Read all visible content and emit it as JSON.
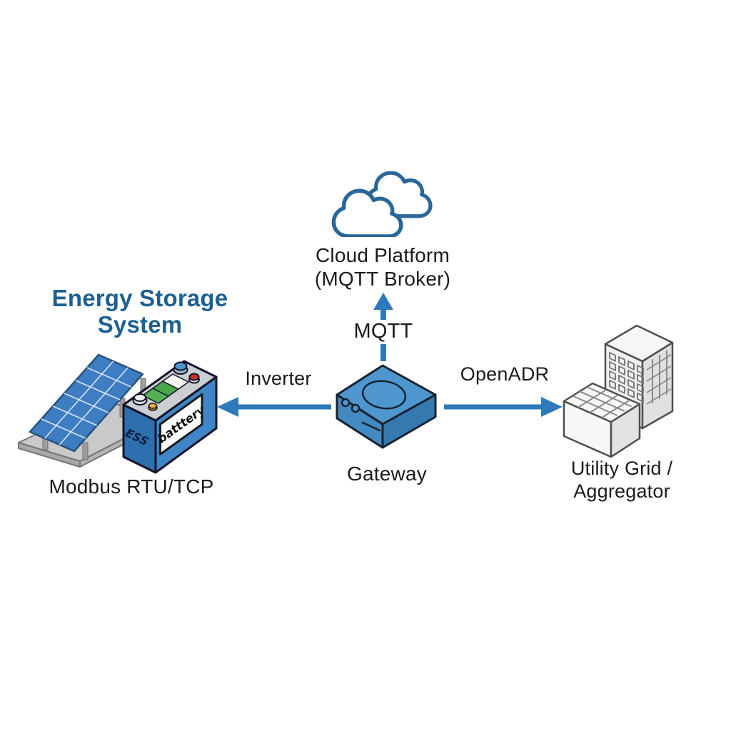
{
  "diagram": {
    "colors": {
      "arrow_blue": "#2E79BC",
      "cloud_outline": "#2A6798",
      "title_blue": "#1C6093",
      "label_text": "#1B1B1B",
      "gateway_blue": "#4E96CE",
      "battery_blue": "#3F86C8",
      "solar_panel_blue": "#3E7DC2",
      "indicator_green": "#4FAC50",
      "building_gray": "#E8E8E8"
    },
    "nodes": {
      "cloud": {
        "label_line1": "Cloud Platform",
        "label_line2": "(MQTT Broker)"
      },
      "gateway": {
        "label": "Gateway"
      },
      "energy_storage": {
        "title_line1": "Energy Storage",
        "title_line2": "System",
        "protocol": "Modbus RTU/TCP",
        "battery_label": "batttery",
        "battery_side_label": "ESS"
      },
      "utility": {
        "label_line1": "Utility Grid /",
        "label_line2": "Aggregator"
      }
    },
    "edges": {
      "mqtt": {
        "label": "MQTT",
        "from": "Gateway",
        "to": "Cloud Platform",
        "style": "dashed",
        "direction": "up"
      },
      "inverter": {
        "label": "Inverter",
        "from": "Gateway",
        "to": "Energy Storage System",
        "style": "solid",
        "direction": "left"
      },
      "openadr": {
        "label": "OpenADR",
        "from": "Gateway",
        "to": "Utility Grid / Aggregator",
        "style": "solid",
        "direction": "right"
      }
    }
  }
}
